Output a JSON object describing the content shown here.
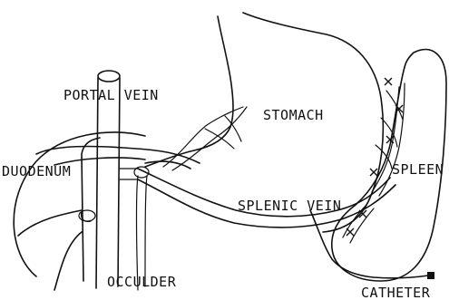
{
  "labels": {
    "portal_vein": "PORTAL VEIN",
    "stomach": "STOMACH",
    "spleen": "SPLEEN",
    "duodenum": "DUODENUM",
    "splenic_vein": "SPLENIC VEIN",
    "occluder": "OCCULDER",
    "catheter": "CATHETER"
  },
  "colors": {
    "ink": "#111111",
    "background": "#ffffff"
  }
}
